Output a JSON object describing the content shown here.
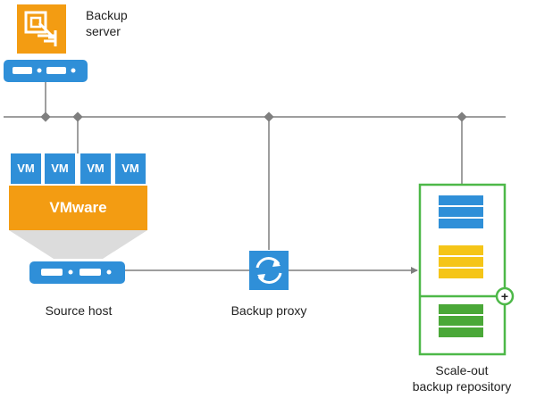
{
  "labels": {
    "backup_server": [
      "Backup",
      "server"
    ],
    "vm_chip": "VM",
    "vmware": "VMware",
    "source_host": "Source host",
    "backup_proxy": "Backup proxy",
    "scaleout_repo": [
      "Scale-out",
      "backup repository"
    ],
    "add_extent": "+"
  },
  "icons": {
    "backup_server": "backup-server-icon",
    "server": "server-rack-icon",
    "proxy": "proxy-sync-icon",
    "database": "database-stack-icon"
  },
  "colors": {
    "orange": "#f39c12",
    "blue": "#2f8fd8",
    "yellow": "#f5c518",
    "green": "#4aa838",
    "repo_border": "#4db848",
    "line": "#7f7f7f",
    "funnel": "#dcdcdc"
  }
}
